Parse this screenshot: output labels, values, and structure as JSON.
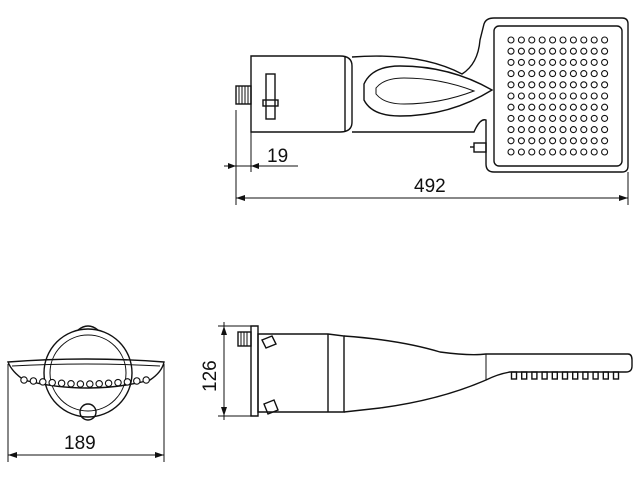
{
  "dimensions": {
    "top_nozzle_offset": "19",
    "top_total_length": "492",
    "front_width": "189",
    "side_height": "126"
  }
}
